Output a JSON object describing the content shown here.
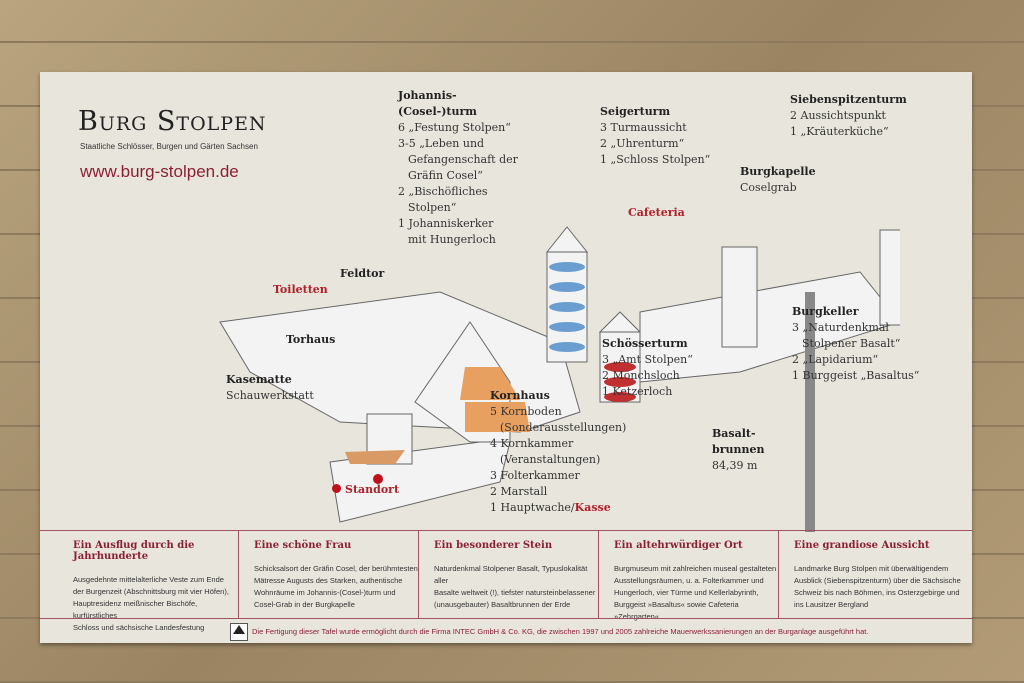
{
  "header": {
    "title": "Burg Stolpen",
    "subtitle": "Staatliche Schlösser, Burgen und Gärten Sachsen",
    "url": "www.burg-stolpen.de"
  },
  "labels": {
    "johannisturm": {
      "title": "Johannis-\n(Cosel-)turm",
      "items": [
        "6 „Festung Stolpen“",
        "3-5 „Leben und",
        "Gefangenschaft der",
        "Gräfin Cosel“",
        "2 „Bischöfliches",
        "Stolpen“",
        "1 Johanniskerker",
        "mit Hungerloch"
      ]
    },
    "seigerturm": {
      "title": "Seigerturm",
      "items": [
        "3 Turmaussicht",
        "2 „Uhrenturm“",
        "1 „Schloss Stolpen“"
      ]
    },
    "siebenspitzenturm": {
      "title": "Siebenspitzenturm",
      "items": [
        "2 Aussichtspunkt",
        "1 „Kräuterküche“"
      ]
    },
    "burgkapelle": {
      "title": "Burgkapelle",
      "items": [
        "Coselgrab"
      ]
    },
    "cafeteria": "Cafeteria",
    "toiletten": "Toiletten",
    "feldtor": "Feldtor",
    "torhaus": "Torhaus",
    "kasematte": {
      "title": "Kasematte",
      "items": [
        "Schauwerkstatt"
      ]
    },
    "burgkeller": {
      "title": "Burgkeller",
      "items": [
        "3 „Naturdenkmal",
        "Stolpener Basalt“",
        "2 „Lapidarium“",
        "1 Burggeist „Basaltus“"
      ]
    },
    "schoesserturm": {
      "title": "Schösserturm",
      "items": [
        "3 „Amt Stolpen“",
        "2 Mönchsloch",
        "1 Ketzerloch"
      ]
    },
    "kornhaus": {
      "title": "Kornhaus",
      "items": [
        "5 Kornboden",
        "(Sonderausstellungen)",
        "4 Kornkammer",
        "(Veranstaltungen)",
        "3 Folterkammer",
        "2 Marstall",
        "1 Hauptwache/"
      ],
      "kasse": "Kasse"
    },
    "basaltbrunnen": {
      "title": "Basalt-\nbrunnen",
      "depth": "84,39 m"
    },
    "standort": "Standort"
  },
  "panels": [
    {
      "title": "Ein Ausflug durch die Jahrhunderte",
      "text": "Ausgedehnte mittelalterliche Veste zum Ende\nder Burgenzeit (Abschnittsburg mit vier Höfen),\nHauptresidenz meißnischer Bischöfe, kurfürstliches\nSchloss und sächsische Landesfestung"
    },
    {
      "title": "Eine schöne Frau",
      "text": "Schicksalsort der Gräfin Cosel, der berühmtesten\nMätresse Augusts des Starken, authentische\nWohnräume im Johannis-(Cosel-)turm und\nCosel-Grab in der Burgkapelle"
    },
    {
      "title": "Ein besonderer Stein",
      "text": "Naturdenkmal Stolpener Basalt, Typuslokalität aller\nBasalte weltweit (!), tiefster natursteinbelassener\n(unausgebauter) Basaltbrunnen der Erde"
    },
    {
      "title": "Ein altehrwürdiger Ort",
      "text": "Burgmuseum mit zahlreichen museal gestalteten\nAusstellungsräumen, u. a. Folterkammer und\nHungerloch, vier Türme und Kellerlabyrinth,\nBurggeist »Basaltus« sowie Cafeteria »Zehrgarten«"
    },
    {
      "title": "Eine grandiose Aussicht",
      "text": "Landmarke Burg Stolpen mit überwältigendem\nAusblick (Siebenspitzenturm) über die Sächsische\nSchweiz bis nach Böhmen, ins Osterzgebirge und\nins Lausitzer Bergland"
    }
  ],
  "footer": {
    "logo": "INTEC",
    "text": "Die Fertigung dieser Tafel wurde ermöglicht durch die Firma INTEC GmbH & Co. KG, die zwischen 1997 und 2005 zahlreiche Mauerwerkssanierungen an der Burganlage ausgeführt hat."
  },
  "colors": {
    "accent": "#8b2035",
    "red": "#b0202a",
    "orange": "#e8a060",
    "blue": "#6a9ed0"
  }
}
